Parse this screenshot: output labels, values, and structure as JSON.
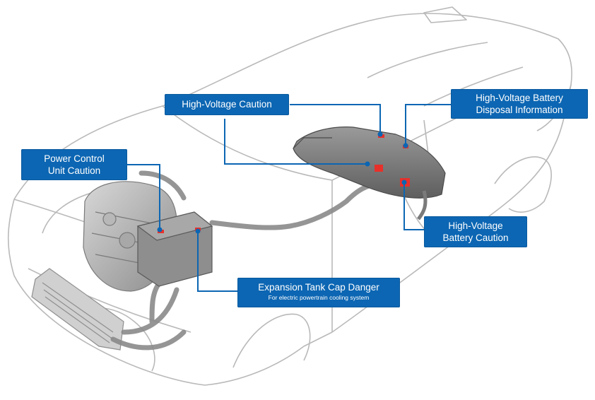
{
  "diagram": {
    "callouts": [
      {
        "id": "hv-caution",
        "lines": [
          "High-Voltage Caution"
        ]
      },
      {
        "id": "hv-battery-disposal",
        "lines": [
          "High-Voltage Battery",
          "Disposal Information"
        ]
      },
      {
        "id": "pcu-caution",
        "lines": [
          "Power Control",
          "Unit Caution"
        ]
      },
      {
        "id": "hv-battery-caution",
        "lines": [
          "High-Voltage",
          "Battery Caution"
        ]
      },
      {
        "id": "expansion-tank",
        "lines": [
          "Expansion Tank Cap Danger"
        ],
        "sub": "For electric powertrain cooling system"
      }
    ],
    "colors": {
      "callout_bg": "#0c66b3",
      "leader": "#0c66b3",
      "label_marker": "#e8302a",
      "car_outline": "#b9b9b9",
      "component": "#8f8f8f"
    }
  }
}
